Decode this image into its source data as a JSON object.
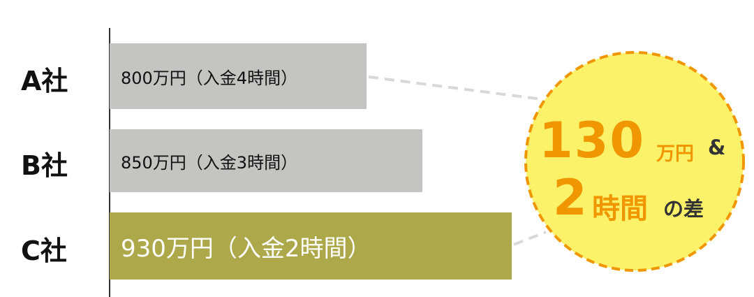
{
  "chart_data": {
    "type": "bar",
    "orientation": "horizontal",
    "categories": [
      "A社",
      "B社",
      "C社"
    ],
    "values": [
      800,
      850,
      930
    ],
    "bar_labels": [
      "800万円（入金4時間）",
      "850万円（入金3時間）",
      "930万円（入金2時間）"
    ],
    "xlim": [
      570,
      1000
    ],
    "highlight": "C社",
    "colors": {
      "default": "#c4c4c2",
      "highlight": "#ada84a",
      "circle_fill": "#fcf26a",
      "circle_stroke": "#ef9600",
      "accent_text": "#ef9600"
    }
  },
  "callout": {
    "amount": "130",
    "amount_unit": "万円",
    "amp": "&",
    "hours": "2",
    "hours_unit": "時間",
    "suffix": "の差"
  }
}
